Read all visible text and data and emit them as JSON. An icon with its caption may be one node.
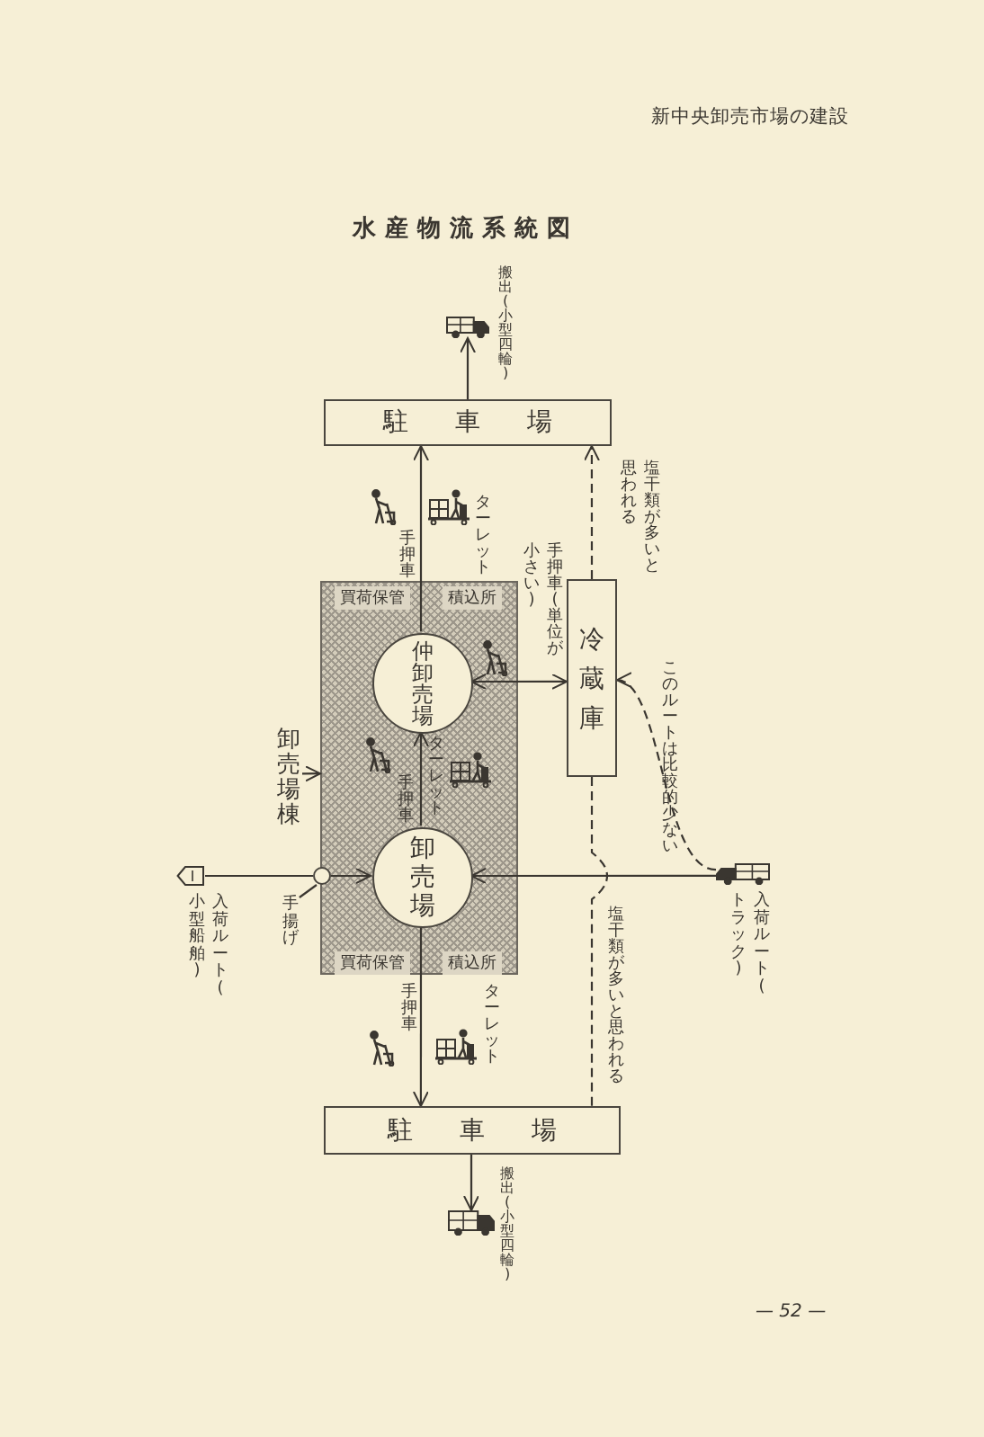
{
  "diagram": {
    "title": "水産物流系統図",
    "nodes": [
      {
        "text": [
          "駐車場"
        ]
      },
      {
        "text": [],
        "shape": "box"
      },
      {
        "text": [
          "仲卸売場"
        ],
        "in": 1
      },
      {
        "text": [
          "卸売場"
        ],
        "in": 1
      },
      {
        "text": [
          "冷蔵庫"
        ]
      },
      {
        "text": [
          "駐車場"
        ]
      },
      {
        "text": [
          "卸売場棟"
        ]
      },
      {
        "text": [],
        "shape": "picture",
        "beside": [
          "搬出(小型四輪)"
        ]
      },
      {
        "text": [],
        "shape": "picture",
        "beside": [
          "搬出(小型四輪)"
        ]
      },
      {
        "text": [],
        "shape": "picture",
        "beside": [
          "入荷ルート(小型船舶)"
        ]
      },
      {
        "text": [],
        "shape": "picture",
        "beside": [
          "入荷ルート(トラック)"
        ]
      },
      {
        "text": [],
        "shape": "circle"
      },
      {
        "text": [
          "手揚げ"
        ]
      }
    ],
    "edges": [
      {
        "from": 6,
        "to": 1,
        "arrow": "to"
      },
      {
        "from": 3,
        "to": 2,
        "arrow": "to"
      },
      {
        "from": 2,
        "to": 0,
        "arrow": "to"
      },
      {
        "from": 0,
        "to": 7,
        "arrow": "to"
      },
      {
        "from": 3,
        "to": 5,
        "arrow": "to"
      },
      {
        "from": 5,
        "to": 8,
        "arrow": "to"
      },
      {
        "from": 2,
        "to": 4,
        "arrow": "both",
        "label": "手押車(単位が小さい)"
      },
      {
        "from": 4,
        "to": 0,
        "arrow": "to",
        "style": "dashed",
        "label": "塩干類が多いと思われる"
      },
      {
        "from": 10,
        "to": 4,
        "arrow": "to",
        "style": "dashed",
        "label": "このルートは比較的少ない"
      },
      {
        "from": 10,
        "to": 3,
        "arrow": "to"
      },
      {
        "from": 9,
        "to": 11,
        "arrow": "none"
      },
      {
        "from": 11,
        "to": 3,
        "arrow": "to"
      },
      {
        "from": 4,
        "to": 5,
        "arrow": "none",
        "style": "dashed",
        "label": "塩干類が多いと思われる"
      },
      {
        "from": 12,
        "to": 11,
        "arrow": "none"
      }
    ],
    "labels": [
      "新中央卸売市場の建設",
      "手押車",
      "ターレット",
      "買荷保管",
      "積込所",
      "手押車",
      "ターレット",
      "買荷保管",
      "積込所",
      "手押車",
      "ターレット",
      "— 52 —"
    ]
  }
}
